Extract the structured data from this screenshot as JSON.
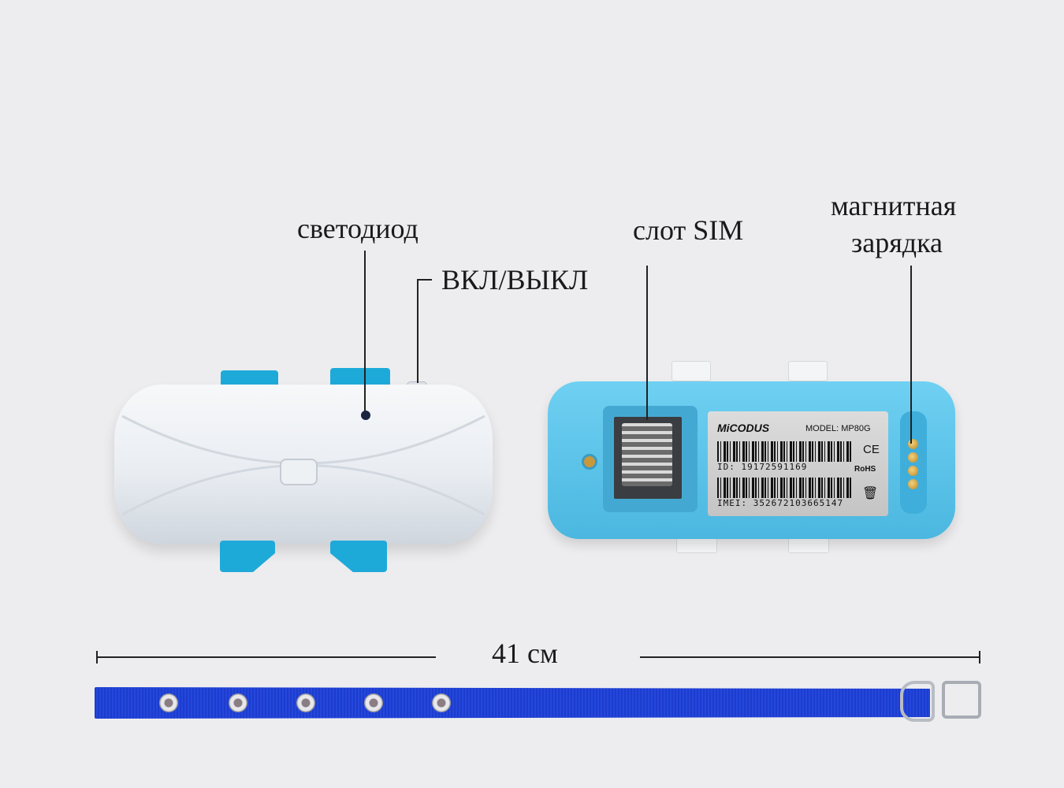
{
  "callouts": {
    "led": "светодиод",
    "power": "ВКЛ/ВЫКЛ",
    "sim_slot": "слот SIM",
    "magnetic_charging_line1": "магнитная",
    "magnetic_charging_line2": "зарядка"
  },
  "device_label": {
    "brand": "MiCODUS",
    "model": "MODEL: MP80G",
    "id": "ID: 19172591169",
    "imei": "IMEI: 352672103665147",
    "ce": "CE",
    "rohs": "RoHS"
  },
  "measurement": {
    "length": "41 см"
  },
  "colors": {
    "background": "#ededef",
    "device_blue": "#5bc3e8",
    "tab_blue": "#1eaad8",
    "strap_blue": "#1f3fd0"
  }
}
